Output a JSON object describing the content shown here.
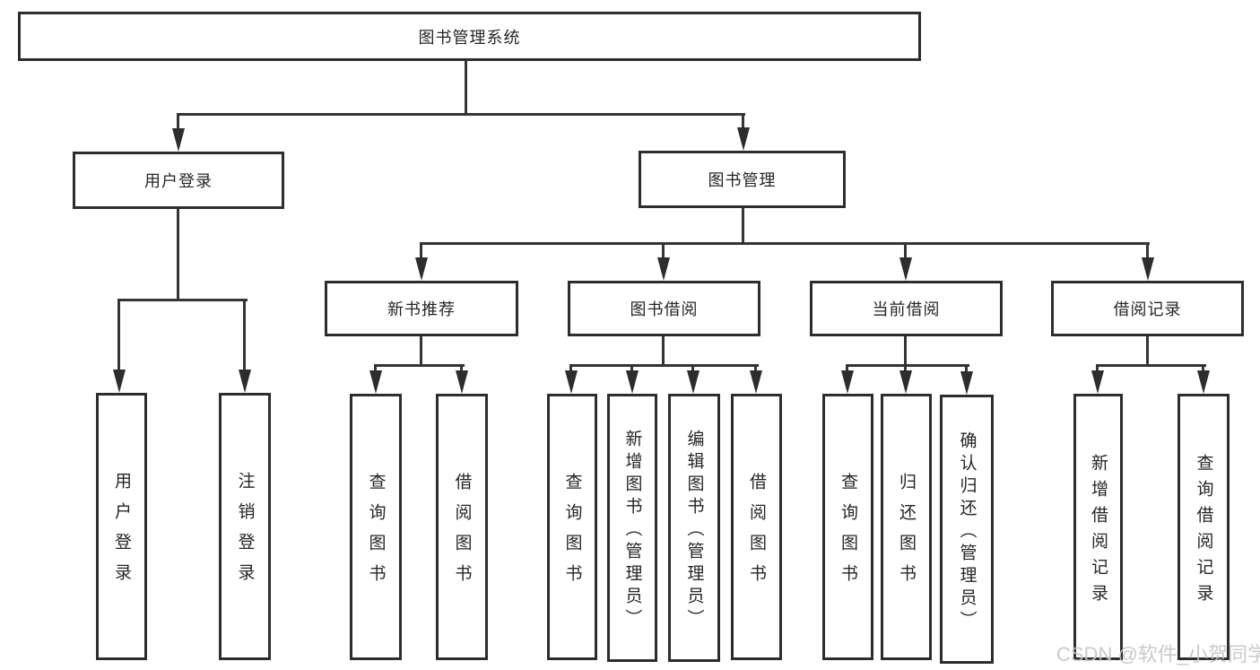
{
  "diagram": {
    "title": "图书管理系统",
    "nodes": {
      "root": "图书管理系统",
      "user_login": "用户登录",
      "book_management": "图书管理",
      "new_book_recommend": "新书推荐",
      "book_borrowing": "图书借阅",
      "current_borrowing": "当前借阅",
      "borrowing_records": "借阅记录"
    },
    "leaves": {
      "user_login": [
        "用户登录",
        "注销登录"
      ],
      "new_book_recommend": [
        "查询图书",
        "借阅图书"
      ],
      "book_borrowing": [
        "查询图书",
        "新增图书（管理员）",
        "编辑图书（管理员）",
        "借阅图书"
      ],
      "current_borrowing": [
        "查询图书",
        "归还图书",
        "确认归还（管理员）"
      ],
      "borrowing_records": [
        "新增借阅记录",
        "查询借阅记录"
      ]
    }
  },
  "watermark": "CSDN @软件_小贺同学",
  "colors": {
    "background": "#ffffff",
    "box_border": "#2d2d2d",
    "connector": "#343434",
    "text": "#262626",
    "watermark": "#c6c6c6"
  }
}
